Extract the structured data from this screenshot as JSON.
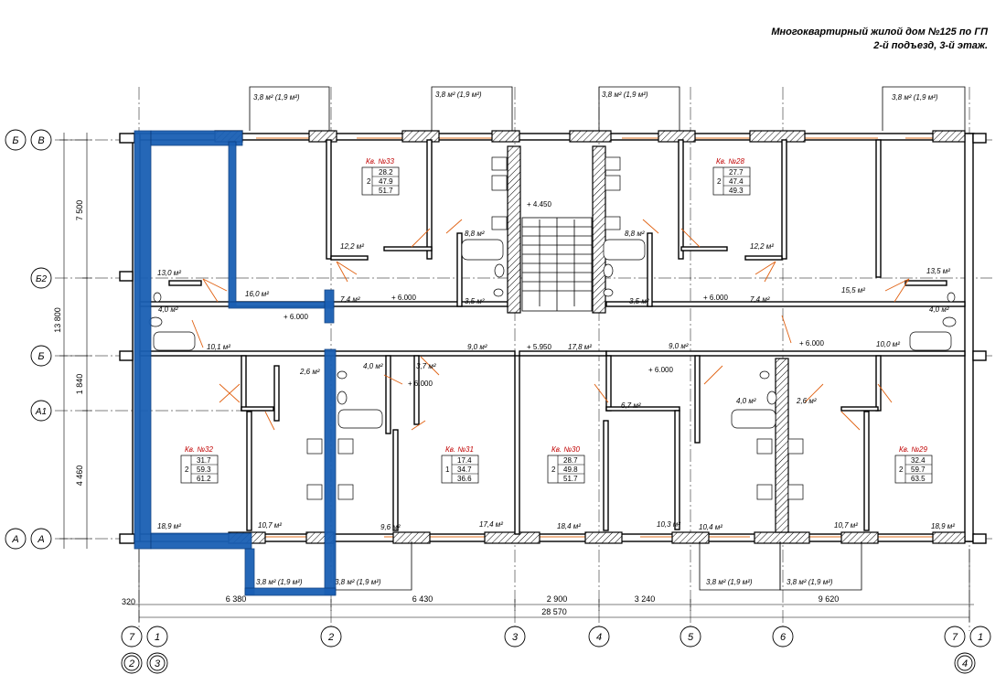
{
  "header": {
    "line1": "Многоквартирный жилой дом №125 по ГП",
    "line2": "2-й подъезд, 3-й этаж."
  },
  "balconies_top": [
    "3,8 м² (1,9 м²)",
    "3,8 м² (1,9 м²)",
    "3,8 м² (1,9 м²)",
    "3,8 м² (1,9 м²)"
  ],
  "balconies_bottom": [
    "3,8 м² (1,9 м²)",
    "3,8 м² (1,9 м²)",
    "3,8 м² (1,9 м²)",
    "3,8 м² (1,9 м²)"
  ],
  "apartments": [
    {
      "label": "Кв. №33",
      "rooms": "2",
      "a": "28.2",
      "b": "47.9",
      "c": "51.7"
    },
    {
      "label": "Кв. №28",
      "rooms": "2",
      "a": "27.7",
      "b": "47.4",
      "c": "49.3"
    },
    {
      "label": "Кв. №32",
      "rooms": "2",
      "a": "31.7",
      "b": "59.3",
      "c": "61.2"
    },
    {
      "label": "Кв. №31",
      "rooms": "1",
      "a": "17.4",
      "b": "34.7",
      "c": "36.6"
    },
    {
      "label": "Кв. №30",
      "rooms": "2",
      "a": "28.7",
      "b": "49.8",
      "c": "51.7"
    },
    {
      "label": "Кв. №29",
      "rooms": "2",
      "a": "32.4",
      "b": "59.7",
      "c": "63.5"
    }
  ],
  "room_areas": {
    "r1": "12,2 м²",
    "r2": "8,8 м²",
    "r3": "8,8 м²",
    "r4": "12,2 м²",
    "r5": "13,0 м²",
    "r6": "16,0 м²",
    "r7": "7,4 м²",
    "r8": "3,5 м²",
    "r9": "3,5 м²",
    "r10": "7,4 м²",
    "r11": "15,5 м²",
    "r12": "13,5 м²",
    "r13": "4,0 м²",
    "r14": "4,0 м²",
    "r15": "10,1 м²",
    "r16": "9,0 м²",
    "r17": "17,8 м²",
    "r18": "9,0 м²",
    "r19": "10,0 м²",
    "r20": "2,6 м²",
    "r21": "4,0 м²",
    "r22": "3,7 м²",
    "r23": "6,7 м²",
    "r24": "4,0 м²",
    "r25": "2,6 м²",
    "r26": "18,9 м²",
    "r27": "10,7 м²",
    "r28": "9,6 м²",
    "r29": "17,4 м²",
    "r30": "18,4 м²",
    "r31": "10,3 м²",
    "r32": "10,4 м²",
    "r33": "10,7 м²",
    "r34": "18,9 м²"
  },
  "levels": {
    "l1": "+ 4.450",
    "l2": "+ 6.000",
    "l3": "+ 6.000",
    "l4": "+ 6.000",
    "l5": "+ 5.950",
    "l6": "+ 6.000",
    "l7": "+ 6.000",
    "l8": "+ 6.000"
  },
  "left_dims": {
    "d1": "7 500",
    "d2": "13 800",
    "d3": "1 840",
    "d4": "4 460"
  },
  "bottom_dims": {
    "d0": "320",
    "d1": "6 380",
    "d2": "6 430",
    "d3": "2 900",
    "d4": "3 240",
    "d5": "9 620",
    "total": "28 570"
  },
  "row_axes": {
    "B1": "Б",
    "V": "В",
    "B2": "Б2",
    "B": "Б",
    "A1": "А1",
    "A1b": "А",
    "A2": "А"
  },
  "col_axes": {
    "c7a": "7",
    "c1a": "1",
    "c2": "2",
    "c3": "3",
    "c4": "4",
    "c5": "5",
    "c6": "6",
    "c7b": "7",
    "c1b": "1",
    "s2": "2",
    "s3": "3",
    "s4": "4"
  }
}
